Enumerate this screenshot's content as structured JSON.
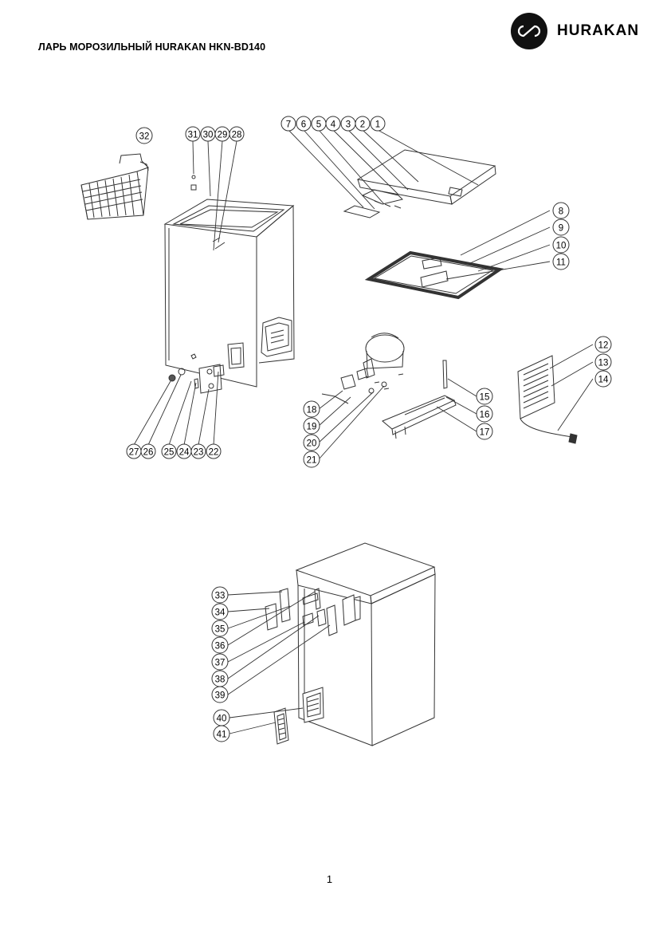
{
  "header": {
    "title": "ЛАРЬ МОРОЗИЛЬНЫЙ HURAKAN HKN-BD140",
    "brand": "HURAKAN"
  },
  "diagram": {
    "part_labels": [
      "1",
      "2",
      "3",
      "4",
      "5",
      "6",
      "7",
      "8",
      "9",
      "10",
      "11",
      "12",
      "13",
      "14",
      "15",
      "16",
      "17",
      "18",
      "19",
      "20",
      "21",
      "22",
      "23",
      "24",
      "25",
      "26",
      "27",
      "28",
      "29",
      "30",
      "31",
      "32",
      "33",
      "34",
      "35",
      "36",
      "37",
      "38",
      "39",
      "40",
      "41"
    ]
  },
  "footer": {
    "page_number": "1"
  }
}
